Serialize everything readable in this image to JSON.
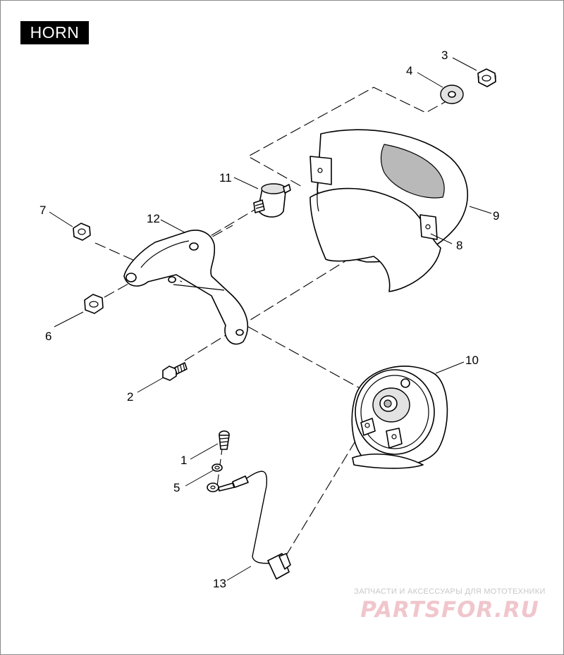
{
  "title": "HORN",
  "callouts": [
    {
      "id": "1",
      "label": "1"
    },
    {
      "id": "2",
      "label": "2"
    },
    {
      "id": "3",
      "label": "3"
    },
    {
      "id": "4",
      "label": "4"
    },
    {
      "id": "5",
      "label": "5"
    },
    {
      "id": "6",
      "label": "6"
    },
    {
      "id": "7",
      "label": "7"
    },
    {
      "id": "8",
      "label": "8"
    },
    {
      "id": "9",
      "label": "9"
    },
    {
      "id": "10",
      "label": "10"
    },
    {
      "id": "11",
      "label": "11"
    },
    {
      "id": "12",
      "label": "12"
    },
    {
      "id": "13",
      "label": "13"
    }
  ],
  "watermark": {
    "tagline": "ЗАПЧАСТИ И АКСЕССУАРЫ ДЛЯ МОТОТЕХНИКИ",
    "logo": "PARTSFOR.RU"
  }
}
